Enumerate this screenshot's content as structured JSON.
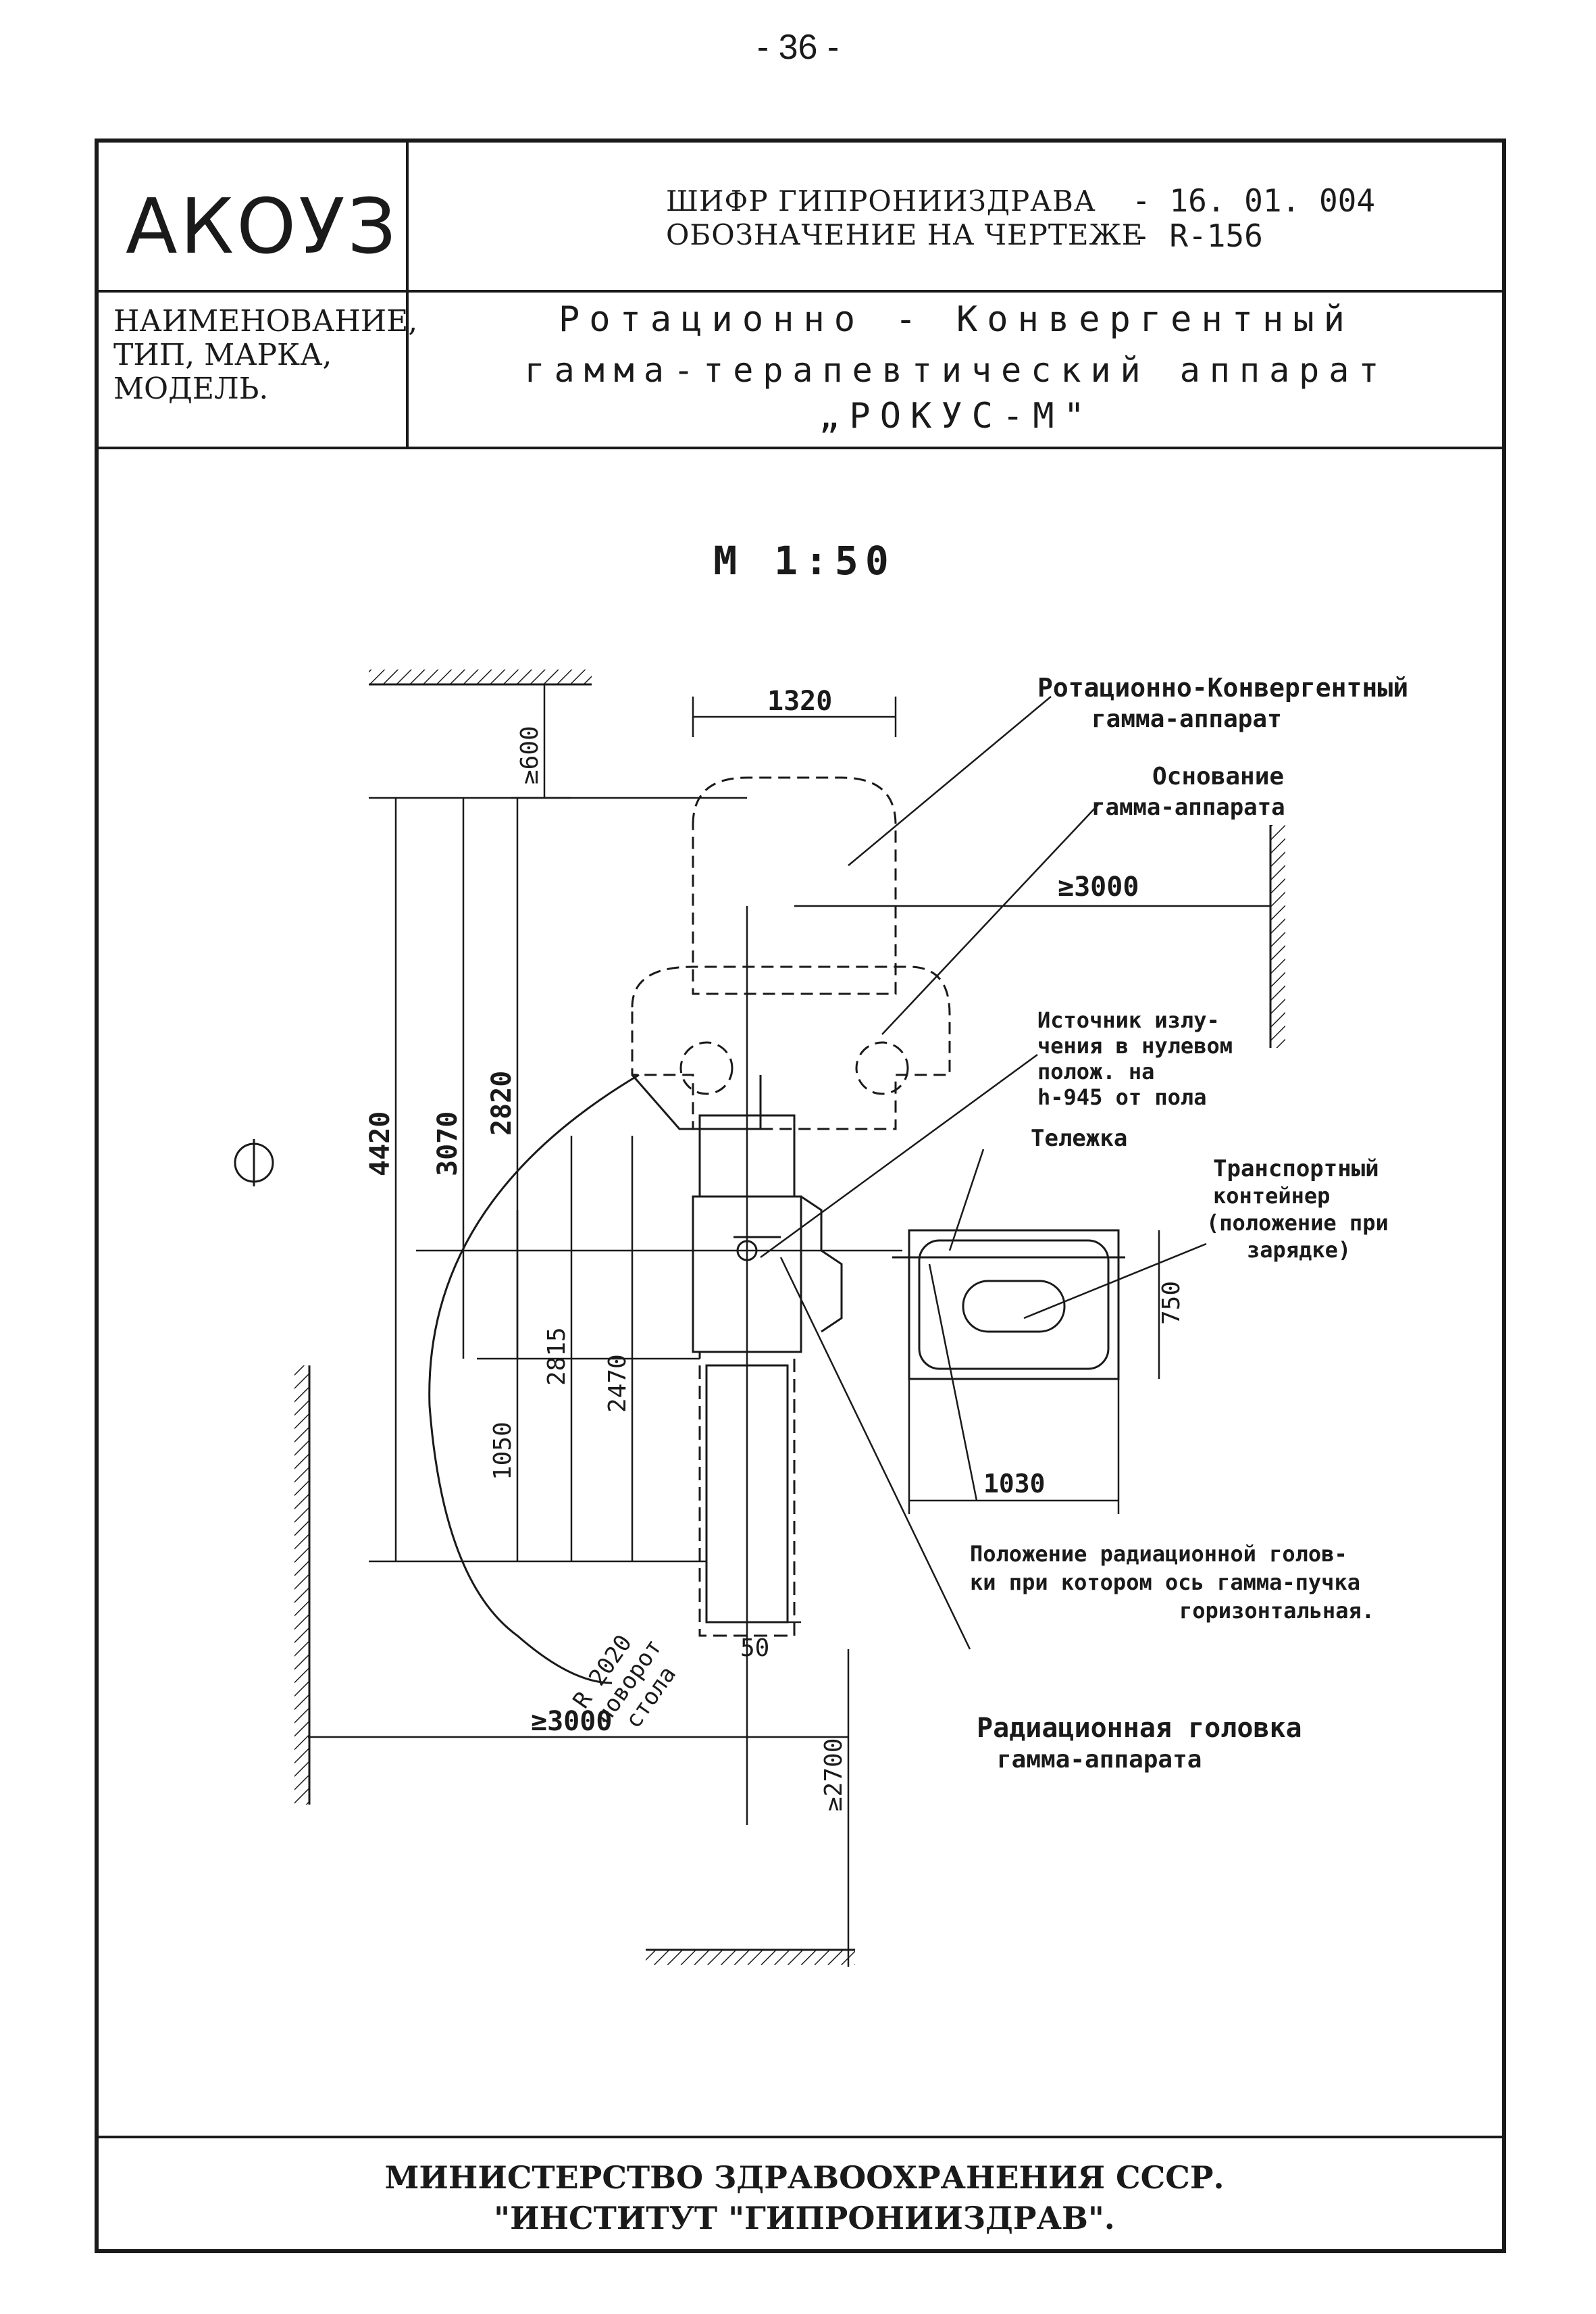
{
  "page": {
    "number": "- 36 -"
  },
  "header": {
    "code": "АКОУЗ",
    "cipher_label": "ШИФР ГИПРОНИИЗДРАВА",
    "cipher_value": "- 16. 01. 004",
    "designation_label": "ОБОЗНАЧЕНИЕ НА ЧЕРТЕЖЕ",
    "designation_value": "- R-156",
    "name_label_1": "НАИМЕНОВАНИЕ,",
    "name_label_2": "ТИП, МАРКА,",
    "name_label_3": "МОДЕЛЬ.",
    "name_line_1": "Ротационно - Конвергентный",
    "name_line_2": "гамма-терапевтический аппарат",
    "name_line_3": "„РОКУС-М\""
  },
  "drawing": {
    "scale": "М 1:50",
    "dimensions": {
      "d1320": "1320",
      "d600": "≥600",
      "d3000_top": "≥3000",
      "d2820": "2820",
      "d3070": "3070",
      "d4420": "4420",
      "d1050": "1050",
      "d2815": "2815",
      "d2470": "2470",
      "d750": "750",
      "d1030": "1030",
      "d50": "50",
      "d2700": "≥2700",
      "d3000_bottom": "≥3000",
      "r2020_1": "R 2020",
      "r2020_2": "поворот",
      "r2020_3": "стола"
    },
    "callouts": {
      "apparatus_1": "Ротационно-Конвергентный",
      "apparatus_2": "гамма-аппарат",
      "base_1": "Основание",
      "base_2": "гамма-аппарата",
      "source_1": "Источник излу-",
      "source_2": "чения в нулевом",
      "source_3": "полож. на",
      "source_4": "h-945 от пола",
      "cart": "Тележка",
      "container_1": "Транспортный",
      "container_2": "контейнер",
      "container_3": "(положение при",
      "container_4": "зарядке)",
      "position_1": "Положение радиационной голов-",
      "position_2": "ки при котором ось гамма-пучка",
      "position_3": "горизонтальная.",
      "head_1": "Радиационная головка",
      "head_2": "гамма-аппарата"
    }
  },
  "footer": {
    "line_1": "МИНИСТЕРСТВО ЗДРАВООХРАНЕНИЯ СССР.",
    "line_2": "\"ИНСТИТУТ \"ГИПРОНИИЗДРАВ\"."
  }
}
